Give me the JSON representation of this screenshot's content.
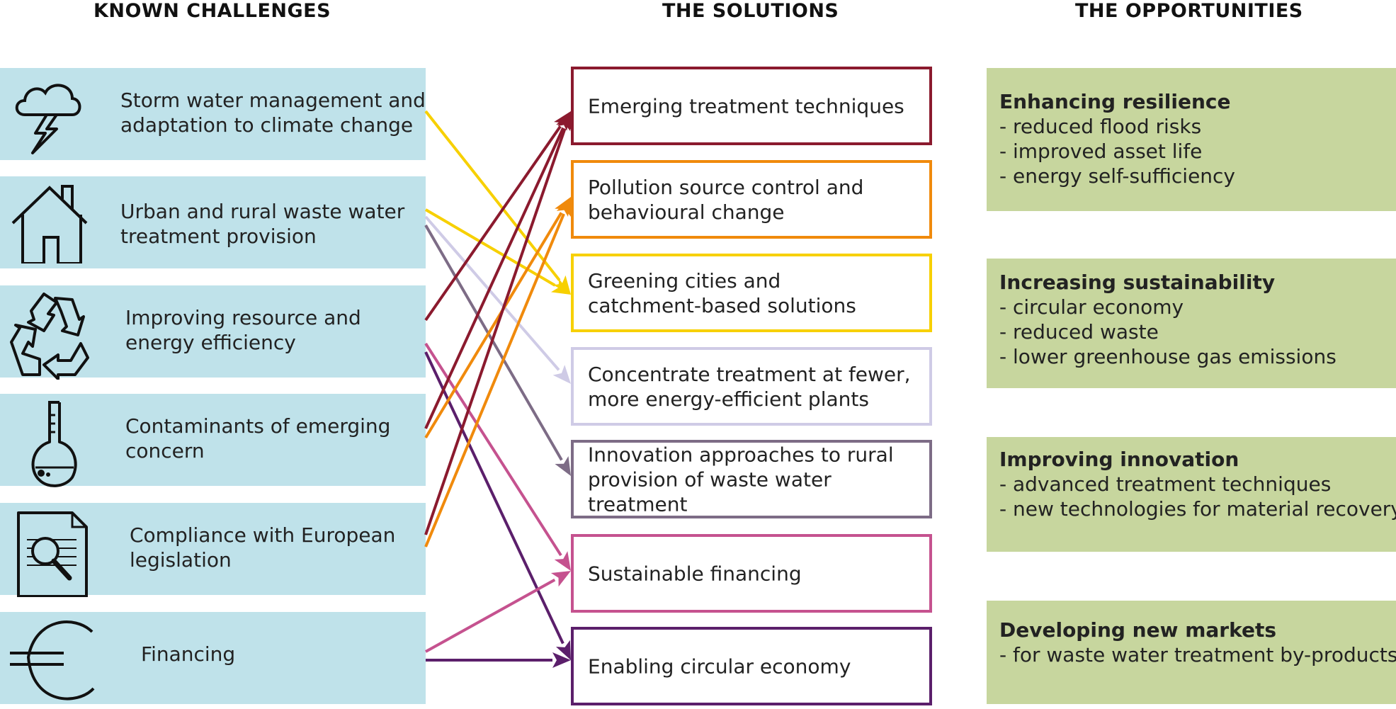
{
  "headers": {
    "challenges": "KNOWN CHALLENGES",
    "solutions": "THE SOLUTIONS",
    "opportunities": "THE OPPORTUNITIES"
  },
  "challenges": [
    {
      "id": "storm",
      "icon": "storm-cloud-icon",
      "lines": [
        "Storm water management and",
        "adaptation to climate change"
      ]
    },
    {
      "id": "urban",
      "icon": "house-icon",
      "lines": [
        "Urban and rural waste water",
        "treatment provision"
      ]
    },
    {
      "id": "resource",
      "icon": "recycle-icon",
      "lines": [
        "Improving resource and",
        "energy efficiency"
      ]
    },
    {
      "id": "contaminants",
      "icon": "flask-icon",
      "lines": [
        "Contaminants of emerging",
        "concern"
      ]
    },
    {
      "id": "compliance",
      "icon": "document-magnifier-icon",
      "lines": [
        "Compliance with European",
        "legislation"
      ]
    },
    {
      "id": "financing",
      "icon": "euro-icon",
      "lines": [
        "Financing"
      ]
    }
  ],
  "solutions": [
    {
      "id": "emerging",
      "color": "#8b1a2e",
      "lines": [
        "Emerging treatment techniques"
      ]
    },
    {
      "id": "pollution",
      "color": "#f08a0c",
      "lines": [
        "Pollution source control and",
        "behavioural change"
      ]
    },
    {
      "id": "greening",
      "color": "#f7d000",
      "lines": [
        "Greening cities and",
        "catchment-based solutions"
      ]
    },
    {
      "id": "concentrate",
      "color": "#cfcbe6",
      "lines": [
        "Concentrate treatment at fewer,",
        "more energy-efficient plants"
      ]
    },
    {
      "id": "innovation",
      "color": "#7d6c86",
      "lines": [
        "Innovation approaches to rural",
        "provision of waste water treatment"
      ]
    },
    {
      "id": "sustainable",
      "color": "#c5528f",
      "lines": [
        "Sustainable financing"
      ]
    },
    {
      "id": "circular",
      "color": "#5b1f6b",
      "lines": [
        "Enabling circular economy"
      ]
    }
  ],
  "opportunities": [
    {
      "title": "Enhancing resilience",
      "items": [
        "- reduced flood risks",
        "- improved asset life",
        "- energy self-sufficiency"
      ]
    },
    {
      "title": "Increasing sustainability",
      "items": [
        "- circular economy",
        "- reduced waste",
        "- lower greenhouse gas emissions"
      ]
    },
    {
      "title": "Improving innovation",
      "items": [
        "- advanced treatment techniques",
        "- new technologies for material recovery"
      ]
    },
    {
      "title": "Developing new markets",
      "items": [
        "- for waste water treatment by-products"
      ]
    }
  ],
  "links": [
    {
      "from": "storm",
      "to": "greening",
      "color": "#f7d000"
    },
    {
      "from": "urban",
      "to": "greening",
      "color": "#f7d000"
    },
    {
      "from": "urban",
      "to": "concentrate",
      "color": "#cfcbe6"
    },
    {
      "from": "urban",
      "to": "innovation",
      "color": "#7d6c86"
    },
    {
      "from": "resource",
      "to": "emerging",
      "color": "#8b1a2e"
    },
    {
      "from": "resource",
      "to": "sustainable",
      "color": "#c5528f"
    },
    {
      "from": "resource",
      "to": "circular",
      "color": "#5b1f6b"
    },
    {
      "from": "contaminants",
      "to": "emerging",
      "color": "#8b1a2e"
    },
    {
      "from": "contaminants",
      "to": "pollution",
      "color": "#f08a0c"
    },
    {
      "from": "compliance",
      "to": "emerging",
      "color": "#8b1a2e"
    },
    {
      "from": "compliance",
      "to": "pollution",
      "color": "#f08a0c"
    },
    {
      "from": "financing",
      "to": "sustainable",
      "color": "#c5528f"
    },
    {
      "from": "financing",
      "to": "circular",
      "color": "#5b1f6b"
    }
  ]
}
